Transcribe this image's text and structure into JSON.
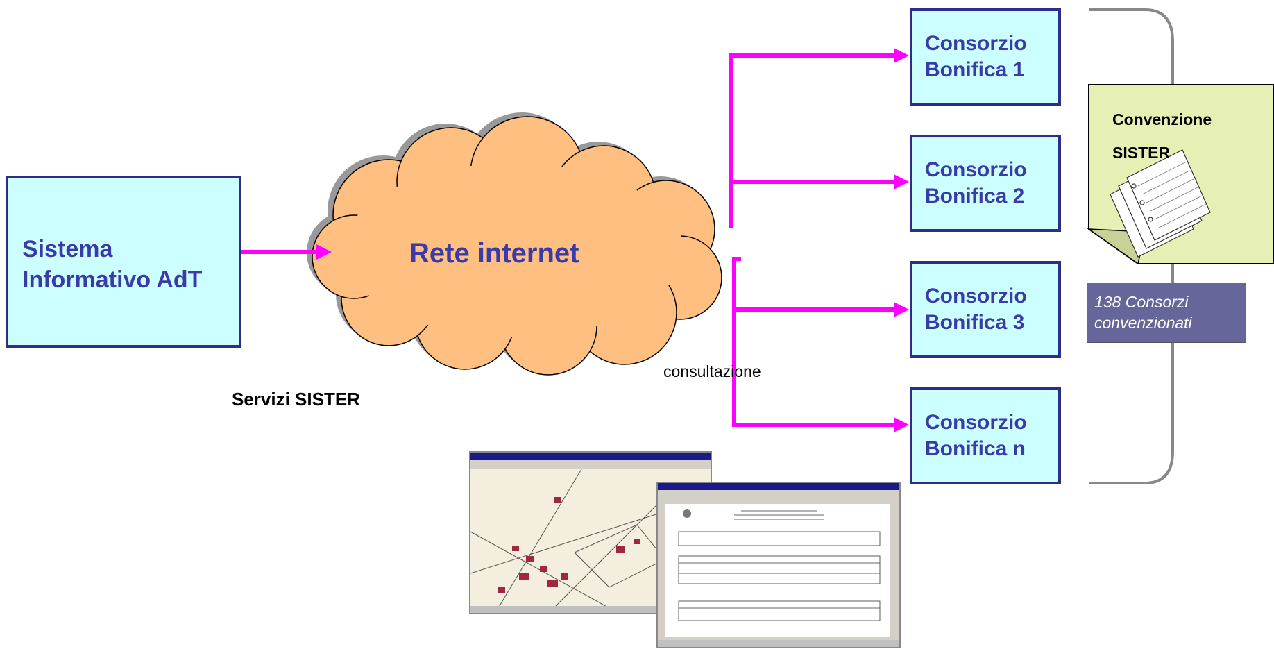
{
  "source": {
    "line1": "Sistema",
    "line2": "Informativo AdT"
  },
  "cloud": {
    "label": "Rete internet"
  },
  "consorzi": [
    {
      "line1": "Consorzio",
      "line2": "Bonifica 1"
    },
    {
      "line1": "Consorzio",
      "line2": "Bonifica 2"
    },
    {
      "line1": "Consorzio",
      "line2": "Bonifica 3"
    },
    {
      "line1": "Consorzio",
      "line2": "Bonifica n"
    }
  ],
  "labels": {
    "servizi": "Servizi SISTER",
    "consultazione": "consultazione"
  },
  "convenzione": {
    "line1": "Convenzione",
    "line2": "SISTER"
  },
  "note": {
    "line1": "138 Consorzi",
    "line2": "convenzionati"
  },
  "colors": {
    "box_fill": "#ccffff",
    "box_border": "#2e2e8a",
    "text_blue": "#3a3aa8",
    "arrow": "#ff00ff",
    "cloud": "#ffbf80",
    "note_bg": "#66669a",
    "paper": "#e6f0b4"
  },
  "icons": {
    "document_stack": "paper-stack-icon"
  }
}
